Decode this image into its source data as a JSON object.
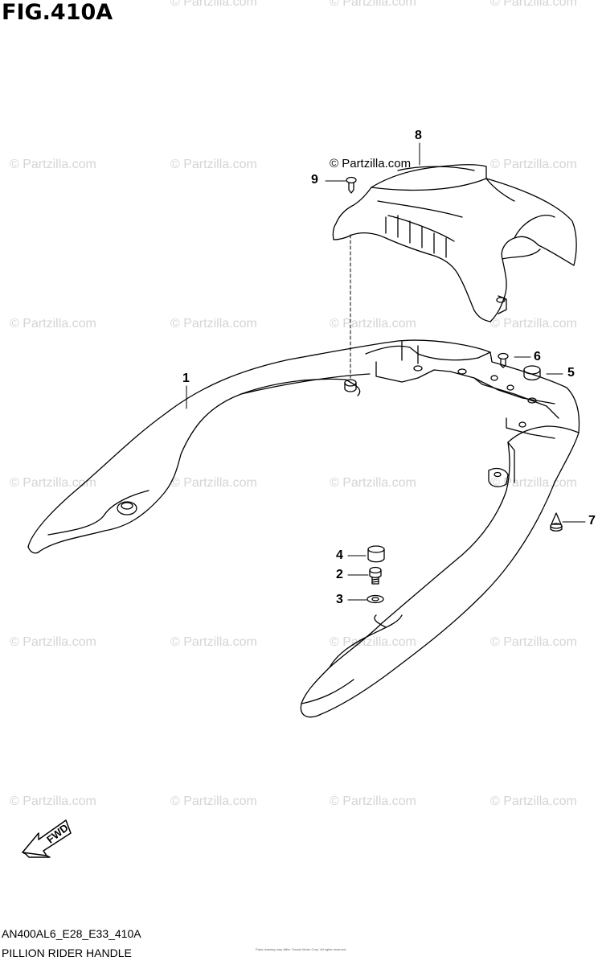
{
  "figure": {
    "title": "FIG.410A",
    "code": "AN400AL6_E28_E33_410A",
    "name": "PILLION RIDER HANDLE",
    "copyright": "© Partzilla.com",
    "small_note": "Parts drawing may differ. Suzuki Motor Corp. All rights reserved."
  },
  "watermark": {
    "text": "© Partzilla.com",
    "color": "#d4d4d4"
  },
  "callouts": {
    "c1": "1",
    "c2": "2",
    "c3": "3",
    "c4": "4",
    "c5": "5",
    "c6": "6",
    "c7": "7",
    "c8": "8",
    "c9": "9"
  },
  "fwd": {
    "label": "FWD",
    "icon": "forward-arrow-icon"
  }
}
